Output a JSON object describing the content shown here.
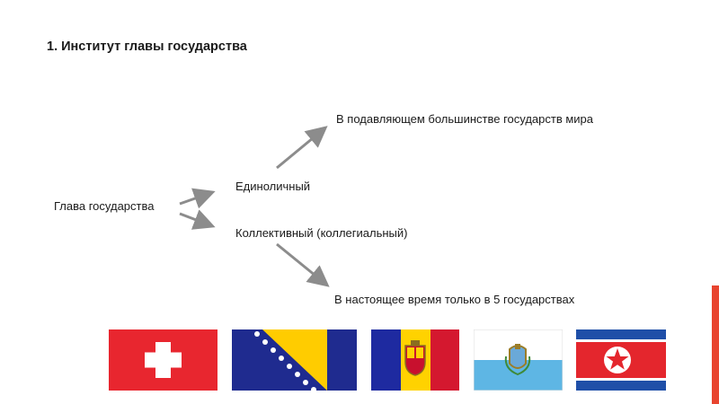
{
  "title": "1. Институт главы государства",
  "diagram": {
    "root": "Глава государства",
    "branch_individual": "Единоличный",
    "branch_collective": "Коллективный (коллегиальный)",
    "note_individual": "В подавляющем большинстве государств мира",
    "note_collective": "В настоящее время только в 5 государствах"
  },
  "colors": {
    "accent": "#e8442f",
    "arrow": "#8c8c8c",
    "switzerland_red": "#e8262f",
    "bosnia_blue": "#1f2b8f",
    "bosnia_yellow": "#ffcc00",
    "andorra_blue": "#1e2aa0",
    "andorra_yellow": "#ffd200",
    "andorra_red": "#d4182f",
    "san_marino_blue": "#5eb6e4",
    "north_korea_blue": "#1f4fa8",
    "north_korea_red": "#e4262d"
  },
  "flags": [
    {
      "icon": "switzerland-flag-icon"
    },
    {
      "icon": "bosnia-herzegovina-flag-icon"
    },
    {
      "icon": "andorra-flag-icon"
    },
    {
      "icon": "san-marino-flag-icon"
    },
    {
      "icon": "north-korea-flag-icon"
    }
  ]
}
